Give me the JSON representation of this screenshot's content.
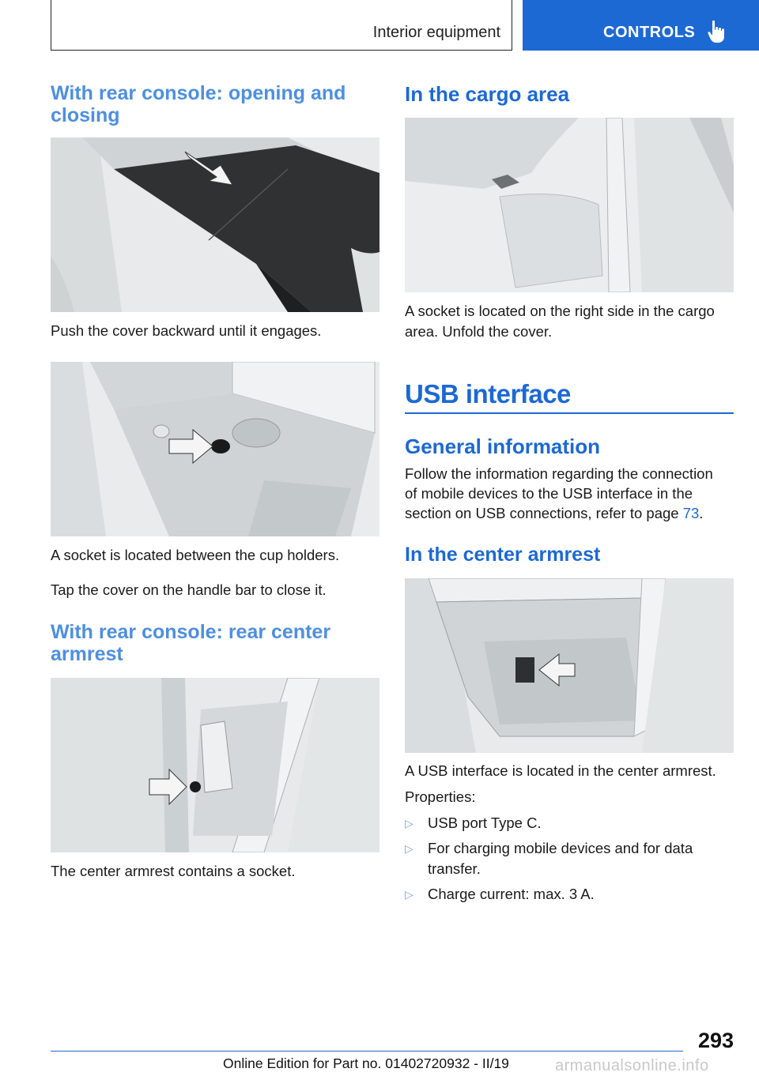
{
  "header": {
    "section": "Interior equipment",
    "tab": "CONTROLS",
    "tab_icon": "pointing-hand-icon",
    "accent_color": "#1c69d4"
  },
  "left": {
    "heading1": "With rear console: opening and closing",
    "figure1_caption": "Push the cover backward until it engages.",
    "figure2_caption": "A socket is located between the cup holders.",
    "text1": "Tap the cover on the handle bar to close it.",
    "heading2": "With rear console: rear center armrest",
    "figure3_caption": "The center armrest contains a socket."
  },
  "right": {
    "heading_cargo": "In the cargo area",
    "cargo_caption_line1": "A socket is located on the right side in the cargo",
    "cargo_caption_line2": "area. Unfold the cover.",
    "title_usb": "USB interface",
    "heading_general": "General information",
    "general_line1": "Follow the information regarding the connection",
    "general_line2": "of mobile devices to the USB interface in the",
    "general_line3": "section on USB connections, refer to page ",
    "general_page_link": "73",
    "general_line3_end": ".",
    "heading_armrest": "In the center armrest",
    "armrest_caption": "A USB interface is located in the center armrest.",
    "properties_label": "Properties:",
    "bullet_mark": "▷",
    "bullets": [
      "USB port Type C.",
      "For charging mobile devices and for data transfer.",
      "Charge current: max. 3 A."
    ]
  },
  "footer": {
    "page_number": "293",
    "edition": "Online Edition for Part no. 01402720932 - II/19",
    "watermark": "armanualsonline.info"
  }
}
